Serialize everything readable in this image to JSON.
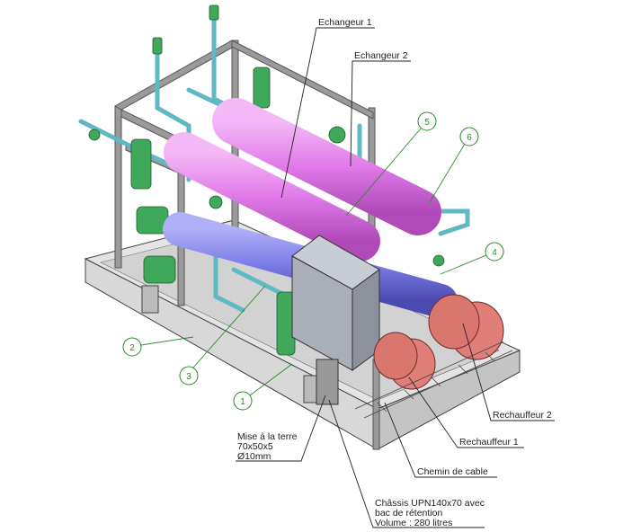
{
  "drawing": {
    "callouts": {
      "echangeur1": "Echangeur 1",
      "echangeur2": "Echangeur 2",
      "rechauffeur2": "Rechauffeur 2",
      "rechauffeur1": "Rechauffeur 1",
      "chemin": "Chemin de cable",
      "terre": [
        "Mise à la terre",
        "70x50x5",
        "Ø10mm"
      ],
      "chassis": [
        "Châssis UPN140x70 avec",
        "bac de rétention",
        "Volume : 280 litres"
      ]
    },
    "balloons": [
      "1",
      "2",
      "3",
      "4",
      "5",
      "6"
    ],
    "colors": {
      "exchanger": "#e07ae8",
      "heater_body": "#7b7be8",
      "heater_flange": "#d9776f",
      "frame": "#8a8a8a",
      "base": "#d8d8d8",
      "pipes": "#7fd0d8",
      "valves": "#3fa85a",
      "balloon": "#2a8a2a"
    }
  }
}
